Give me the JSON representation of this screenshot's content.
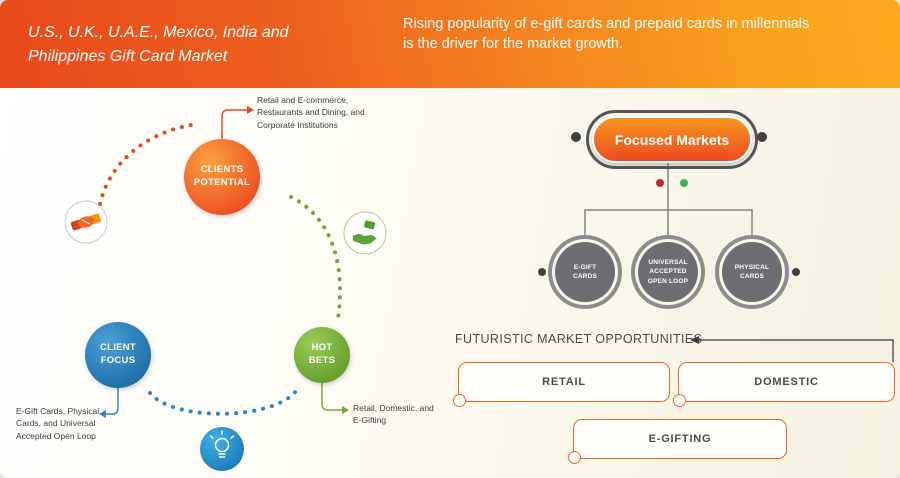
{
  "header": {
    "title": "U.S., U.K., U.A.E., Mexico, India and\nPhilippines Gift Card Market",
    "subtitle": "Rising popularity of e-gift cards and prepaid cards in millennials\nis the driver for the market growth."
  },
  "cycle": {
    "clients_potential_label": "CLIENTS\nPOTENTIAL",
    "clients_potential_note": "Retail and E-commerce,\nRestaurants and Dining, and\nCorporate Institutions",
    "client_focus_label": "CLIENT\nFOCUS",
    "client_focus_note": "E-Gift Cards, Physical\nCards, and Universal\nAccepted Open Loop",
    "hot_bets_label": "HOT\nBETS",
    "hot_bets_note": "Retail, Domestic, and\nE-Gifting"
  },
  "focused": {
    "title": "Focused Markets",
    "circle1": "E-GIFT\nCARDS",
    "circle2": "UNIVERSAL\nACCEPTED\nOPEN LOOP",
    "circle3": "PHYSICAL\nCARDS"
  },
  "opportunities": {
    "heading": "FUTURISTIC MARKET OPPORTUNITIES",
    "box1": "RETAIL",
    "box2": "DOMESTIC",
    "box3": "E-GIFTING"
  },
  "icons": {
    "handshake": "handshake-icon",
    "hand_money": "hand-money-icon",
    "lightbulb": "lightbulb-icon"
  },
  "colors": {
    "red_orange": "#e8491d",
    "orange": "#f26522",
    "amber": "#f9a21d",
    "green": "#72a832",
    "blue": "#2e86c1",
    "light_blue": "#29abe2",
    "gray_dark": "#55565a",
    "gray_circle": "#6d6e71",
    "red_dot": "#c1272d",
    "green_dot": "#39b54a"
  }
}
